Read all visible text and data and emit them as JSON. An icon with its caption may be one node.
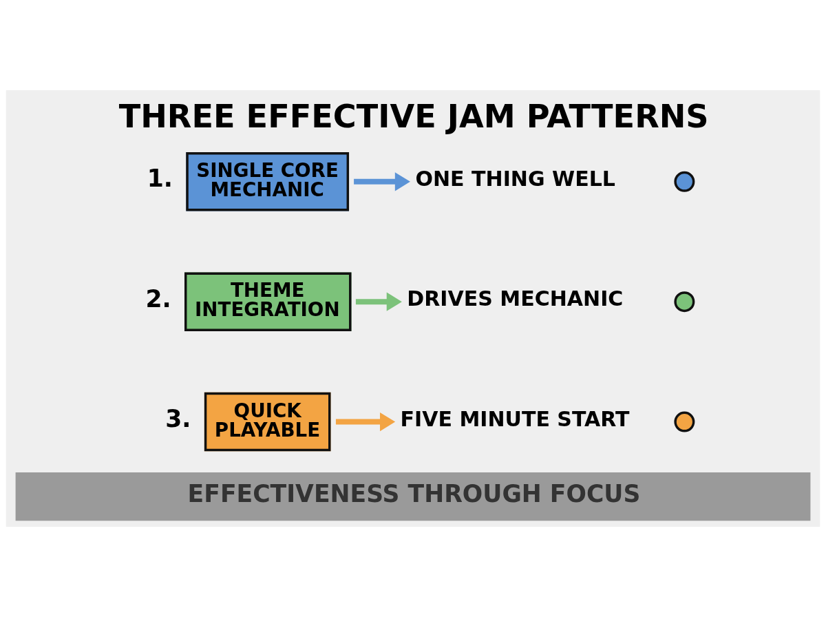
{
  "diagram": {
    "title": "THREE EFFECTIVE JAM PATTERNS",
    "caption": "EFFECTIVENESS THROUGH FOCUS",
    "nodes": [
      {
        "text": [
          "SINGLE CORE MECHANIC"
        ],
        "beside": [
          "1."
        ]
      },
      {
        "text": [
          "ONE THING WELL"
        ]
      },
      {
        "text": [],
        "shape": "circle"
      },
      {
        "text": [
          "THEME INTEGRATION"
        ],
        "beside": [
          "2."
        ]
      },
      {
        "text": [
          "DRIVES MECHANIC"
        ]
      },
      {
        "text": [],
        "shape": "circle"
      },
      {
        "text": [
          "QUICK PLAYABLE"
        ],
        "beside": [
          "3."
        ]
      },
      {
        "text": [
          "FIVE MINUTE START"
        ]
      },
      {
        "text": [],
        "shape": "circle"
      }
    ],
    "edges": [
      {
        "from": 0,
        "to": 1,
        "arrow": "to",
        "color": "#5b93d6"
      },
      {
        "from": 3,
        "to": 4,
        "arrow": "to",
        "color": "#7cc27a"
      },
      {
        "from": 6,
        "to": 7,
        "arrow": "to",
        "color": "#f3a443"
      }
    ]
  }
}
